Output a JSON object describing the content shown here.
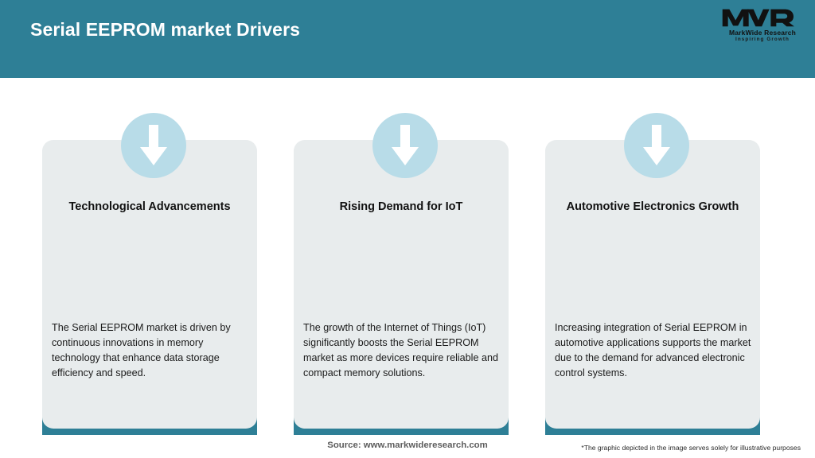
{
  "header": {
    "title": "Serial EEPROM market Drivers",
    "band_color": "#2E7F96",
    "title_color": "#FFFFFF"
  },
  "logo": {
    "mark_text": "MWR",
    "company_name": "MarkWide Research",
    "tagline": "Inspiring Growth"
  },
  "theme": {
    "accent_teal": "#2E7F96",
    "card_gray": "#E8ECED",
    "badge_blue": "#B8DCE8",
    "arrow_color": "#FFFFFF"
  },
  "cards": [
    {
      "icon": "down-arrow-icon",
      "title": "Technological Advancements",
      "body": "The Serial EEPROM market is driven by continuous innovations in memory technology that enhance data storage efficiency and speed."
    },
    {
      "icon": "down-arrow-icon",
      "title": "Rising Demand for IoT",
      "body": "The growth of the Internet of Things (IoT) significantly boosts the Serial EEPROM market as more devices require reliable and compact memory solutions."
    },
    {
      "icon": "down-arrow-icon",
      "title": "Automotive Electronics Growth",
      "body": "Increasing integration of Serial EEPROM in automotive applications supports the market due to the demand for advanced electronic control systems."
    }
  ],
  "footer": {
    "source": "Source: www.markwideresearch.com",
    "disclaimer": "*The graphic depicted in the image serves solely for illustrative purposes"
  }
}
